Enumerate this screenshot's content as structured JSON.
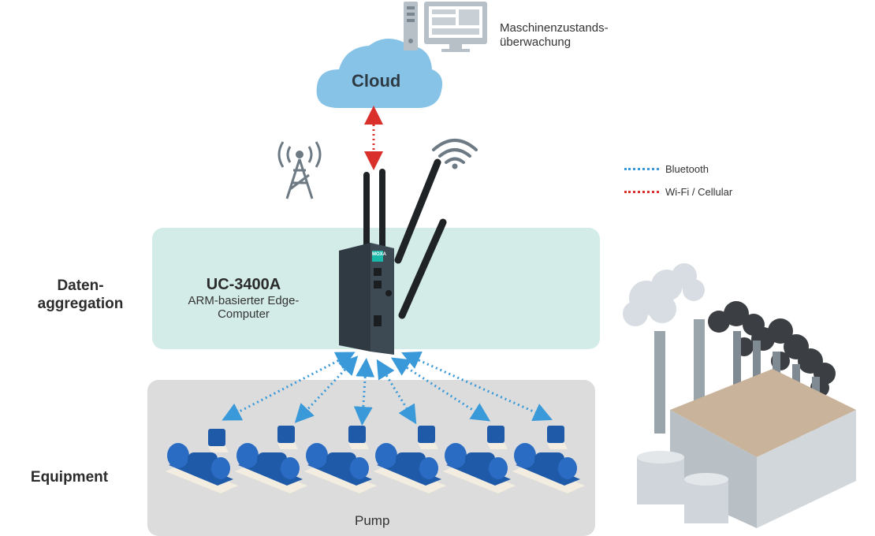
{
  "cloud": {
    "label": "Cloud"
  },
  "monitoring": {
    "line1": "Maschinenzustands-",
    "line2": "überwachung"
  },
  "legend": {
    "items": [
      {
        "label": "Bluetooth",
        "color": "#3a9ad9"
      },
      {
        "label": "Wi-Fi / Cellular",
        "color": "#d9302c"
      }
    ]
  },
  "layers": {
    "aggregation": {
      "line1": "Daten-",
      "line2": "aggregation"
    },
    "equipment": {
      "label": "Equipment"
    }
  },
  "device": {
    "title": "UC-3400A",
    "subtitle_line1": "ARM-basierter Edge-",
    "subtitle_line2": "Computer",
    "logo": "MOXA"
  },
  "equipment": {
    "label": "Pump",
    "pump_count": 6
  },
  "colors": {
    "aggregation_panel": "#d3ece7",
    "equipment_panel": "#dcdcdc",
    "cloud": "#87c3e6",
    "pump": "#1f5aa8",
    "device": "#2f3a42"
  }
}
